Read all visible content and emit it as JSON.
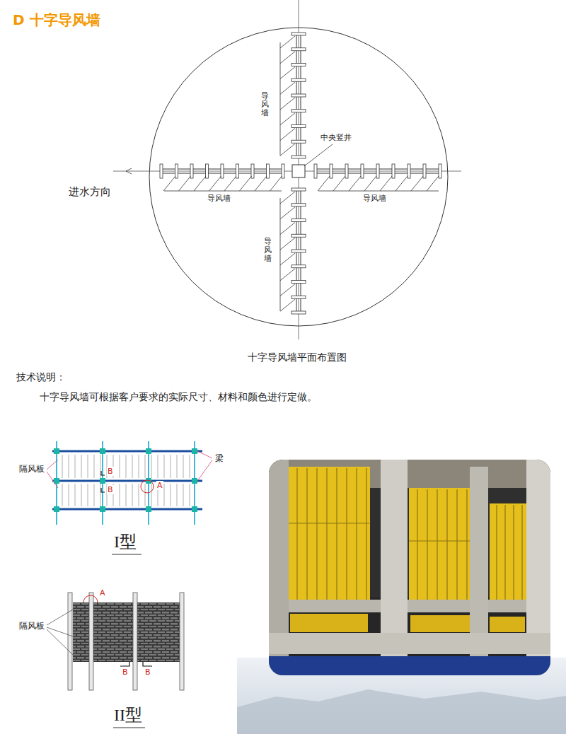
{
  "diagram": {
    "title": "D 十字导风墙",
    "caption": "十字导风墙平面布置图",
    "labels": [
      "导风墙",
      "中央竖井",
      "导风墙",
      "导风墙",
      "进水方向",
      "导风墙",
      "技术说明：",
      "十字导风墙可根据客户要求的实际尺寸、材料和颜色进行定做。",
      "隔风板",
      "梁",
      "B",
      "B",
      "A",
      "I型",
      "隔风板",
      "A",
      "B",
      "B",
      "II型"
    ]
  }
}
